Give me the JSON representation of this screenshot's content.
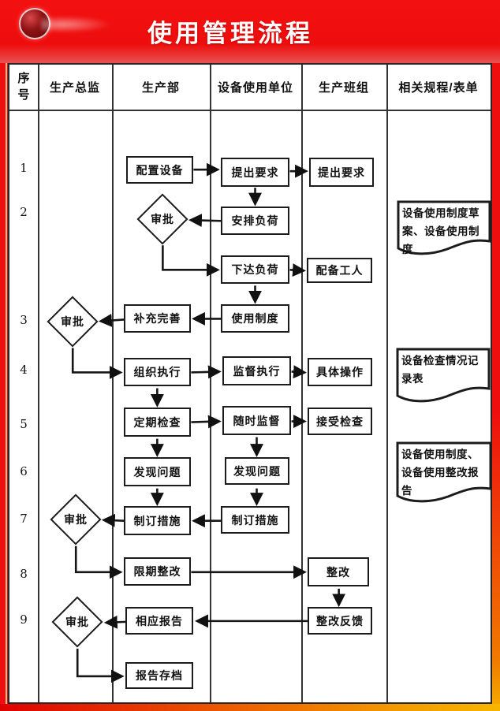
{
  "header": {
    "title": "使用管理流程"
  },
  "table": {
    "columns": [
      "序号",
      "生产总监",
      "生产部",
      "设备使用单位",
      "生产班组",
      "相关规程/表单"
    ]
  },
  "row_numbers": [
    "1",
    "2",
    "3",
    "4",
    "5",
    "6",
    "7",
    "8",
    "9"
  ],
  "boxes": {
    "peizhi": "配置设备",
    "tichu_unit": "提出要求",
    "tichu_team": "提出要求",
    "anpai": "安排负荷",
    "xiada": "下达负荷",
    "peibei": "配备工人",
    "shiyong": "使用制度",
    "buchong": "补充完善",
    "zuzhi": "组织执行",
    "jiandu": "监督执行",
    "juti": "具体操作",
    "dingqi": "定期检查",
    "suishi": "随时监督",
    "jieshou": "接受检查",
    "faxian_dept": "发现问题",
    "faxian_unit": "发现问题",
    "zhiding_dept": "制订措施",
    "zhiding_unit": "制订措施",
    "xianqi": "限期整改",
    "zhenggai": "整改",
    "xiangying": "相应报告",
    "fankui": "整改反馈",
    "cundang": "报告存档"
  },
  "decision_label": "审批",
  "documents": {
    "d1": "设备使用制度草案、设备使用制度",
    "d2": "设备检查情况记录表",
    "d3": "设备使用制度、设备使用整改报告"
  },
  "colors": {
    "banner_red": "#ef0e0e",
    "line_black": "#1c1c1c",
    "gradient_left": "#df0000",
    "gradient_right": "#f8b500"
  }
}
